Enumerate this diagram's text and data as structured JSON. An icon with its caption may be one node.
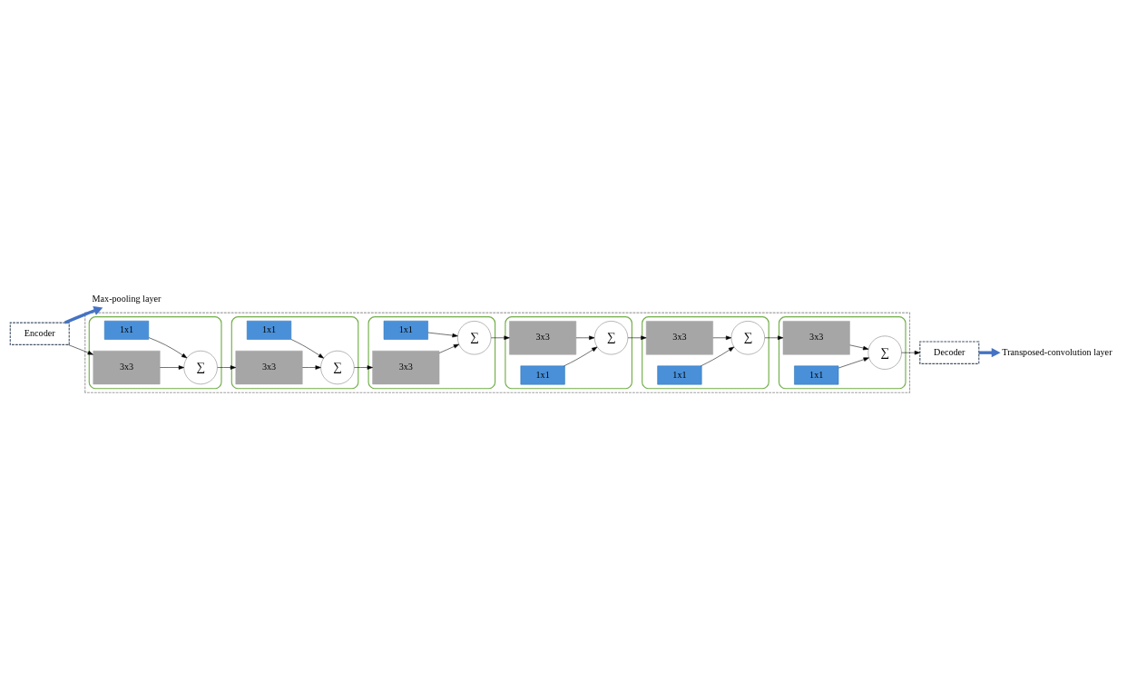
{
  "diagram": {
    "nodes": [
      {
        "text": [
          "Encoder"
        ]
      },
      {
        "text": [
          "Max-pooling layer"
        ]
      },
      {
        "text": [],
        "shape": "box"
      },
      {
        "text": [],
        "shape": "box",
        "in": 2
      },
      {
        "text": [
          "1x1"
        ],
        "in": 3
      },
      {
        "text": [
          "3x3"
        ],
        "in": 3
      },
      {
        "text": [
          "∑"
        ],
        "in": 3
      },
      {
        "text": [],
        "shape": "box",
        "in": 2
      },
      {
        "text": [
          "1x1"
        ],
        "in": 7
      },
      {
        "text": [
          "3x3"
        ],
        "in": 7
      },
      {
        "text": [
          "∑"
        ],
        "in": 7
      },
      {
        "text": [],
        "shape": "box",
        "in": 2
      },
      {
        "text": [
          "1x1"
        ],
        "in": 11
      },
      {
        "text": [
          "3x3"
        ],
        "in": 11
      },
      {
        "text": [
          "∑"
        ],
        "in": 11
      },
      {
        "text": [],
        "shape": "box",
        "in": 2
      },
      {
        "text": [
          "∑"
        ],
        "in": 15
      },
      {
        "text": [
          "3x3"
        ],
        "in": 15
      },
      {
        "text": [
          "1x1"
        ],
        "in": 15
      },
      {
        "text": [],
        "shape": "box",
        "in": 2
      },
      {
        "text": [
          "∑"
        ],
        "in": 19
      },
      {
        "text": [
          "3x3"
        ],
        "in": 19
      },
      {
        "text": [
          "1x1"
        ],
        "in": 19
      },
      {
        "text": [],
        "shape": "box",
        "in": 2
      },
      {
        "text": [
          "∑"
        ],
        "in": 23
      },
      {
        "text": [
          "3x3"
        ],
        "in": 23
      },
      {
        "text": [
          "1x1"
        ],
        "in": 23
      },
      {
        "text": [
          "Decoder"
        ]
      },
      {
        "text": [
          "Transposed-convolution layer"
        ]
      }
    ],
    "edges": [
      {
        "from": 0,
        "to": 1,
        "arrow": "to",
        "style": "thick",
        "color": "#4472c4"
      },
      {
        "from": 0,
        "to": 5,
        "arrow": "to"
      },
      {
        "from": 4,
        "to": 6,
        "arrow": "to"
      },
      {
        "from": 5,
        "to": 6,
        "arrow": "to"
      },
      {
        "from": 6,
        "to": 9,
        "arrow": "to"
      },
      {
        "from": 8,
        "to": 10,
        "arrow": "to"
      },
      {
        "from": 9,
        "to": 10,
        "arrow": "to"
      },
      {
        "from": 10,
        "to": 13,
        "arrow": "to"
      },
      {
        "from": 12,
        "to": 14,
        "arrow": "to"
      },
      {
        "from": 13,
        "to": 14,
        "arrow": "to"
      },
      {
        "from": 14,
        "to": 25,
        "arrow": "to"
      },
      {
        "from": 26,
        "to": 24,
        "arrow": "to"
      },
      {
        "from": 25,
        "to": 24,
        "arrow": "to"
      },
      {
        "from": 24,
        "to": 21,
        "arrow": "to"
      },
      {
        "from": 22,
        "to": 20,
        "arrow": "to"
      },
      {
        "from": 21,
        "to": 20,
        "arrow": "to"
      },
      {
        "from": 20,
        "to": 17,
        "arrow": "to"
      },
      {
        "from": 18,
        "to": 16,
        "arrow": "to"
      },
      {
        "from": 17,
        "to": 16,
        "arrow": "to"
      },
      {
        "from": 16,
        "to": 27,
        "arrow": "to"
      },
      {
        "from": 27,
        "to": 28,
        "arrow": "to",
        "style": "thick",
        "color": "#4472c4"
      }
    ]
  }
}
